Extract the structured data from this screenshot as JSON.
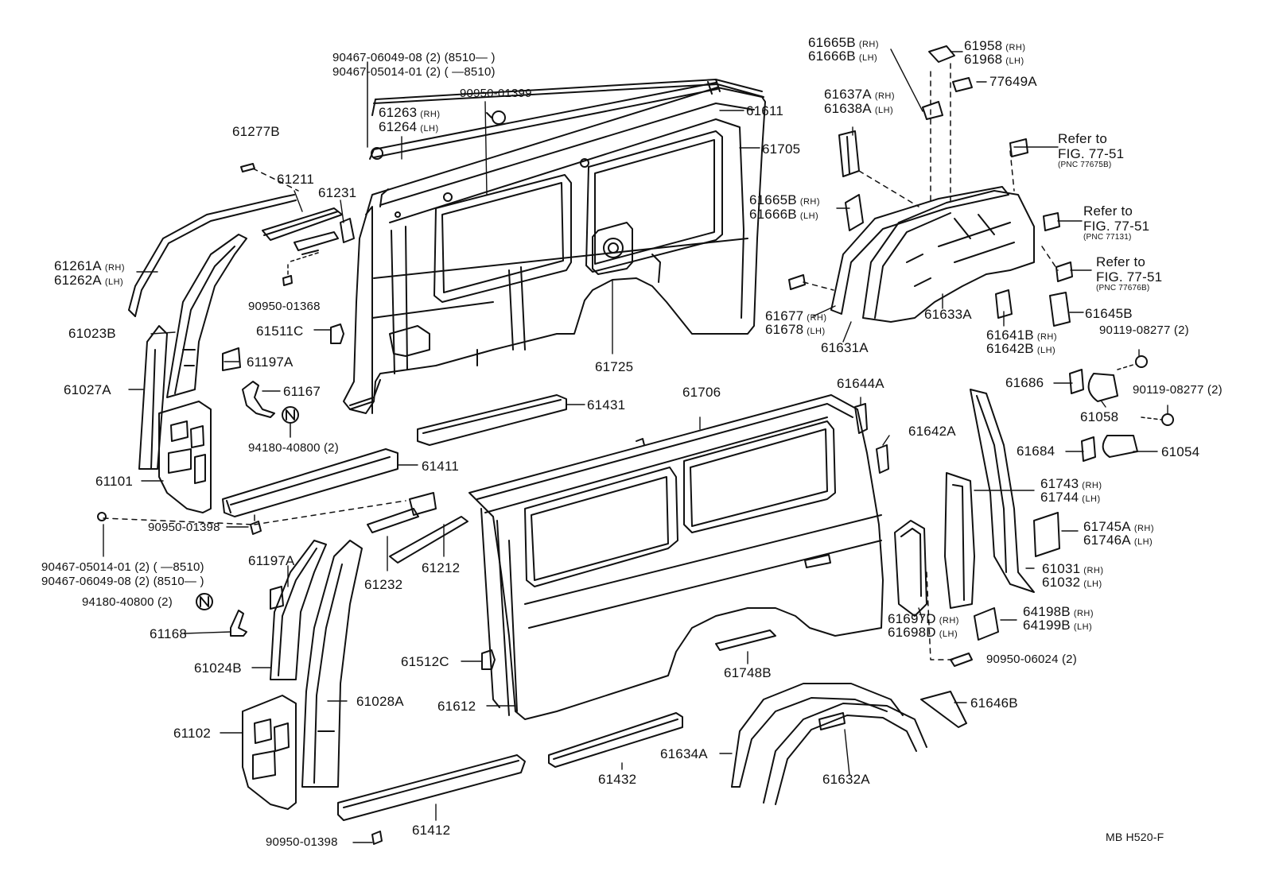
{
  "diagram": {
    "labels": {
      "l90467a": "90467-06049-08 (2) (8510—      )",
      "l90467b": "90467-05014-01 (2) (        —8510)",
      "l90950_01399": "90950-01399",
      "l61263": "61263",
      "l61264": "61264",
      "l61611": "61611",
      "l61705": "61705",
      "l61277B": "61277B",
      "l61211": "61211",
      "l61231": "61231",
      "l61261A": "61261A",
      "l61262A": "61262A",
      "l90950_01368": "90950-01368",
      "l61023B": "61023B",
      "l61511C": "61511C",
      "l61197A_top": "61197A",
      "l61027A": "61027A",
      "l61167": "61167",
      "l94180_top": "94180-40800 (2)",
      "l61101": "61101",
      "l61725": "61725",
      "l61431": "61431",
      "l61411": "61411",
      "l61706": "61706",
      "l90950_01398_mid": "90950-01398",
      "l90467c": "90467-05014-01 (2) (        —8510)",
      "l90467d": "90467-06049-08 (2) (8510—      )",
      "l61197A_bot": "61197A",
      "l94180_bot": "94180-40800 (2)",
      "l61168": "61168",
      "l61024B": "61024B",
      "l61232": "61232",
      "l61212": "61212",
      "l61512C": "61512C",
      "l61028A": "61028A",
      "l61102": "61102",
      "l61612": "61612",
      "l61748B": "61748B",
      "l61432": "61432",
      "l61412": "61412",
      "l90950_01398_bot": "90950-01398",
      "l61665B_top": "61665B",
      "l61666B_top": "61666B",
      "l61958": "61958",
      "l61968": "61968",
      "l77649A": "77649A",
      "l61637A": "61637A",
      "l61638A": "61638A",
      "refer1a": "Refer to",
      "refer1b": "FIG. 77-51",
      "refer1c": "(PNC 77675B)",
      "l61665B_mid": "61665B",
      "l61666B_mid": "61666B",
      "refer2a": "Refer to",
      "refer2b": "FIG. 77-51",
      "refer2c": "(PNC 77131)",
      "refer3a": "Refer to",
      "refer3b": "FIG. 77-51",
      "refer3c": "(PNC 77676B)",
      "l61677": "61677",
      "l61678": "61678",
      "l61633A": "61633A",
      "l61631A": "61631A",
      "l61641B": "61641B",
      "l61642B": "61642B",
      "l61645B": "61645B",
      "l90119_a": "90119-08277 (2)",
      "l61686": "61686",
      "l61058": "61058",
      "l90119_b": "90119-08277 (2)",
      "l61644A": "61644A",
      "l61642A": "61642A",
      "l61684": "61684",
      "l61054": "61054",
      "l61743": "61743",
      "l61744": "61744",
      "l61745A": "61745A",
      "l61746A": "61746A",
      "l61031": "61031",
      "l61032": "61032",
      "l61697D": "61697D",
      "l61698D": "61698D",
      "l64198B": "64198B",
      "l64199B": "64199B",
      "l90950_06024": "90950-06024 (2)",
      "l61646B": "61646B",
      "l61634A": "61634A",
      "l61632A": "61632A",
      "footer": "MB  H520-F"
    },
    "side": {
      "rh": "(RH)",
      "lh": "(LH)"
    },
    "icons": [
      "nut-n-icon"
    ]
  }
}
